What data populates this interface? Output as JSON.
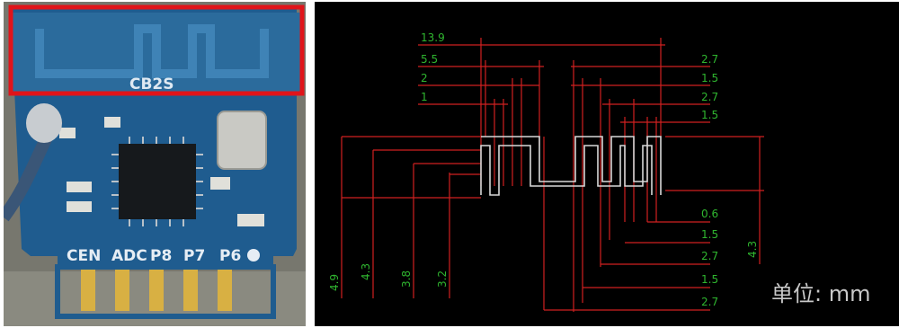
{
  "photo": {
    "module_label": "CB2S",
    "pin_labels": [
      "CEN",
      "ADC",
      "P8",
      "P7",
      "P6"
    ],
    "highlight_color": "#e0141a",
    "pcb_color": "#1f5c8f"
  },
  "drawing": {
    "unit_label": "单位: mm",
    "trace_color": "#d8d8d8",
    "dimension_line_color": "#d02020",
    "dimension_text_color": "#2fb52f",
    "top_left_dims": [
      "13.9",
      "5.5",
      "2",
      "1"
    ],
    "top_right_dims": [
      "2.7",
      "1.5",
      "2.7",
      "1.5"
    ],
    "bottom_right_dims": [
      "0.6",
      "1.5",
      "2.7",
      "1.5",
      "2.7"
    ],
    "left_vertical_dims": [
      "4.9",
      "4.3",
      "3.8",
      "3.2"
    ],
    "right_vertical_dim": "4.3"
  }
}
